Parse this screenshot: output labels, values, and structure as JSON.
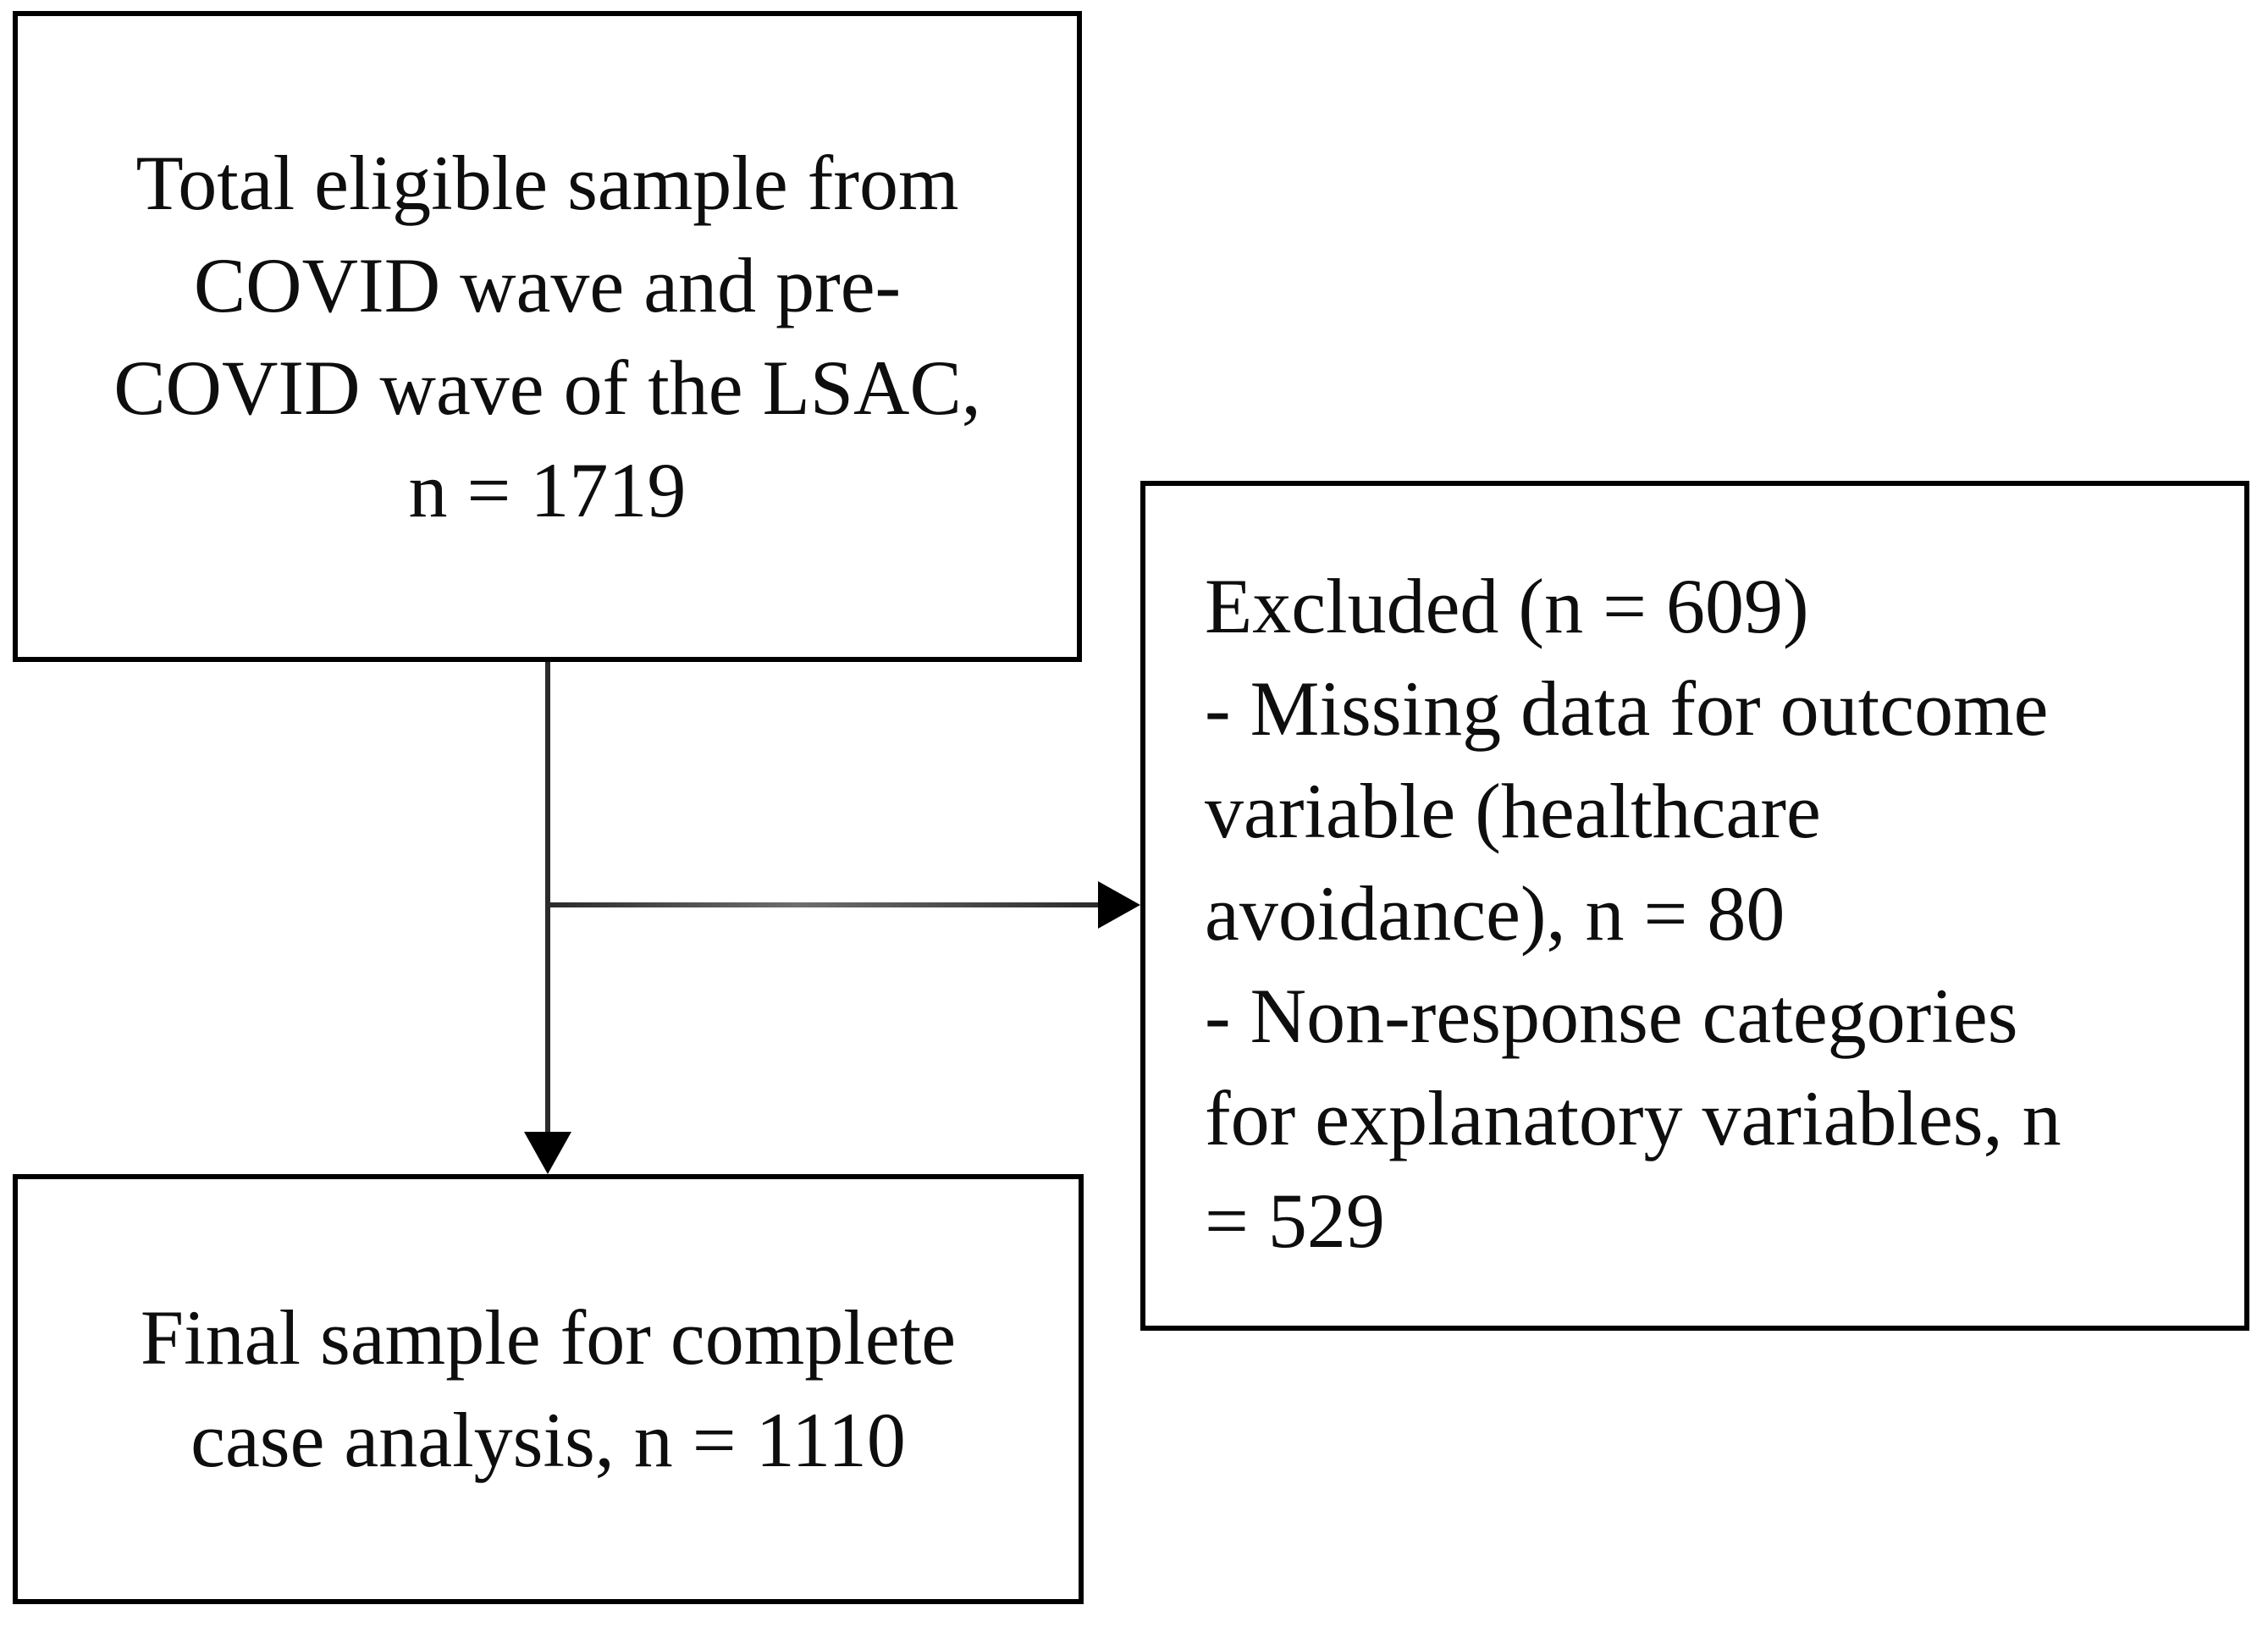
{
  "diagram": {
    "top_box": {
      "lines": [
        "Total eligible sample from",
        "COVID wave and pre-",
        "COVID wave of the LSAC,",
        "n = 1719"
      ]
    },
    "excluded_box": {
      "lines": [
        "Excluded (n = 609)",
        "- Missing data for outcome",
        "variable (healthcare",
        "avoidance), n = 80",
        "- Non-response categories",
        "for explanatory variables, n",
        "= 529"
      ]
    },
    "final_box": {
      "lines": [
        "Final sample for complete",
        "case analysis, n = 1110"
      ]
    },
    "colors": {
      "box_border": "#000000",
      "text": "#0e0e0e",
      "connector_line": "#2b2b2b",
      "arrowhead": "#000000",
      "background": "#ffffff"
    }
  }
}
